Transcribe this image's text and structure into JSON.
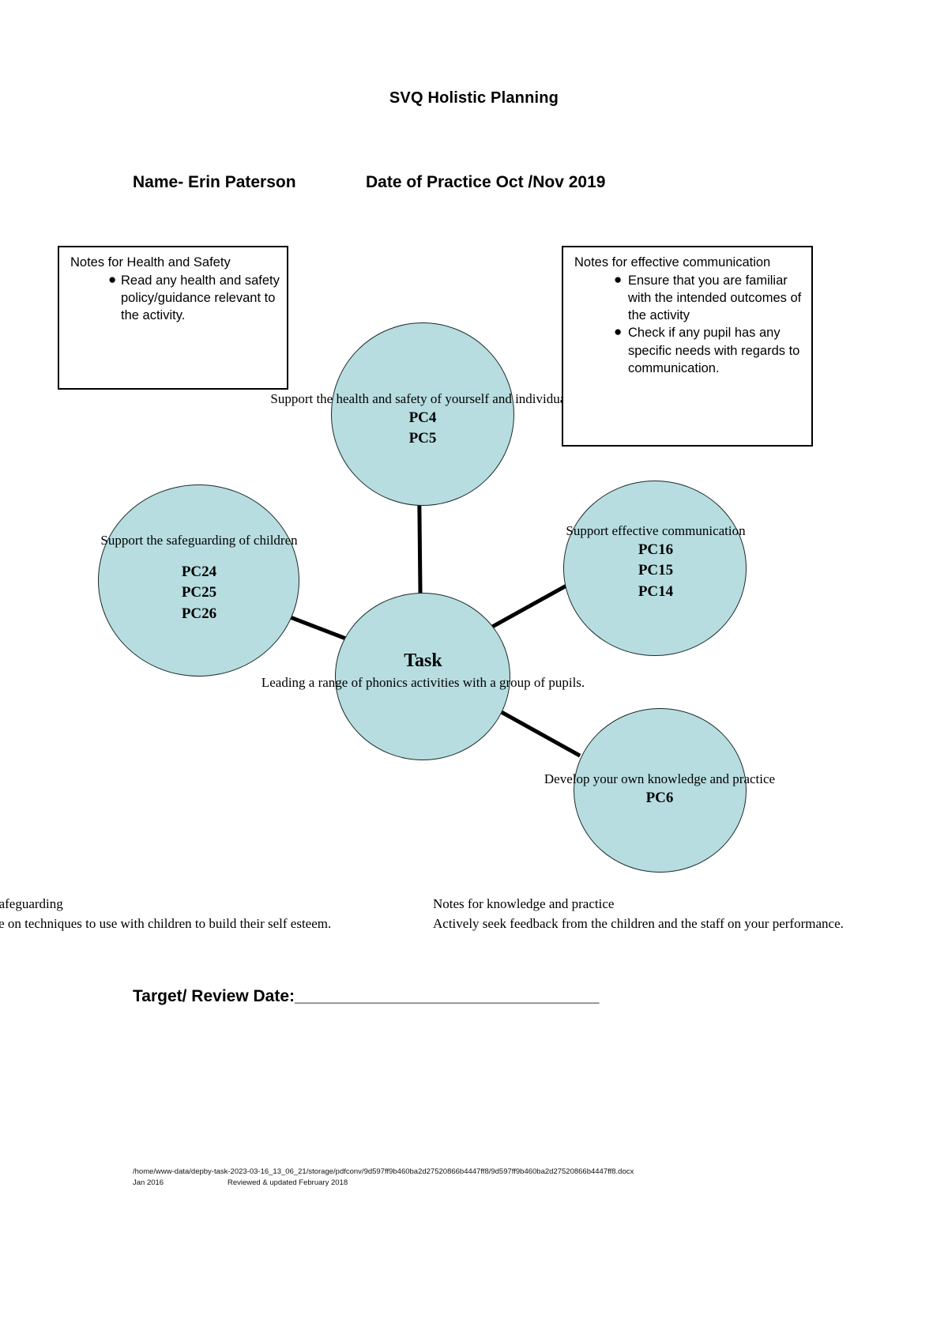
{
  "document": {
    "title": "SVQ Holistic Planning",
    "name_field": "Name- Erin Paterson",
    "date_field": "Date of Practice Oct /Nov 2019",
    "target_review": "Target/ Review Date:_________________________________"
  },
  "notes_boxes": {
    "health_safety": {
      "title": "Notes for Health and Safety",
      "bullets": [
        "Read any health and safety policy/guidance relevant to the activity."
      ]
    },
    "effective_communication": {
      "title": "Notes for effective communication",
      "bullets": [
        "Ensure that you are familiar with the intended outcomes of the activity",
        "Check if any pupil has any specific needs with regards to communication."
      ]
    }
  },
  "bottom_notes": {
    "safeguarding": {
      "line1": "Notes for safeguarding",
      "line2": "Seek advice on techniques to use with children to build their self esteem."
    },
    "knowledge_practice": {
      "line1": "Notes for knowledge and practice",
      "line2": "Actively seek feedback from the children and the staff on your performance."
    }
  },
  "mind_map": {
    "center": {
      "heading": "Task",
      "description": "Leading a range of phonics activities with a group of pupils."
    },
    "nodes": [
      {
        "id": "health-safety",
        "label": "Support the health and safety of yourself and individuals",
        "codes": [
          "PC4",
          "PC5"
        ]
      },
      {
        "id": "safeguarding",
        "label": "Support the safeguarding of children",
        "codes": [
          "PC24",
          "PC25",
          "PC26"
        ]
      },
      {
        "id": "effective-communication",
        "label": "Support effective communication",
        "codes": [
          "PC16",
          "PC15",
          "PC14"
        ]
      },
      {
        "id": "knowledge-practice",
        "label": "Develop your own knowledge and practice",
        "codes": [
          "PC6"
        ]
      }
    ],
    "node_fill_color": "#b7dde0",
    "node_border_color": "#1b2b2b"
  },
  "footer": {
    "path": "/home/www-data/depby-task-2023-03-16_13_06_21/storage/pdfconv/9d597ff9b460ba2d27520866b4447ff8/9d597ff9b460ba2d27520866b4447ff8.docx",
    "date": "Jan 2016",
    "revision": "Reviewed & updated February 2018"
  }
}
